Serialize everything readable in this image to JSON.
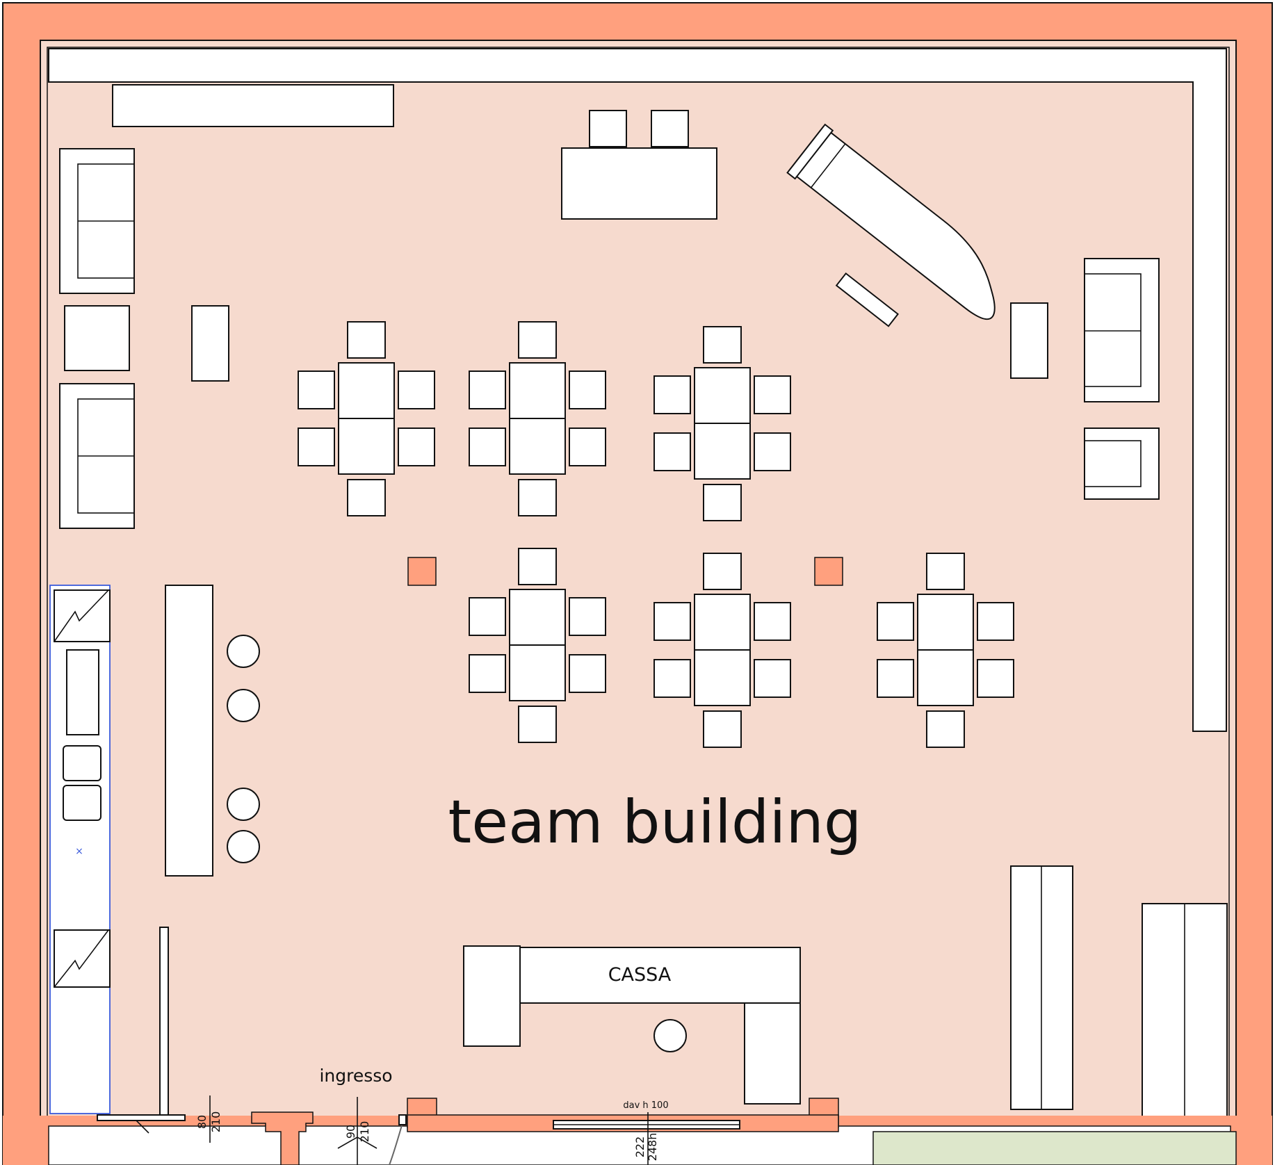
{
  "room_label": "team building",
  "labels": {
    "cashier": "CASSA",
    "entrance": "ingresso"
  },
  "dimensions": {
    "door_left_width": "80",
    "door_left_height": "210",
    "door_entrance_width": "90",
    "door_entrance_height": "210",
    "window_sill": "dav h 100",
    "window_width": "222",
    "window_height": "248h"
  },
  "colors": {
    "wall": "#FFA07E",
    "floor": "#F6DACE",
    "outdoor": "#DDE7CB",
    "furniture": "#FFFFFF",
    "line": "#111111",
    "selection": "#3B5BDB"
  }
}
